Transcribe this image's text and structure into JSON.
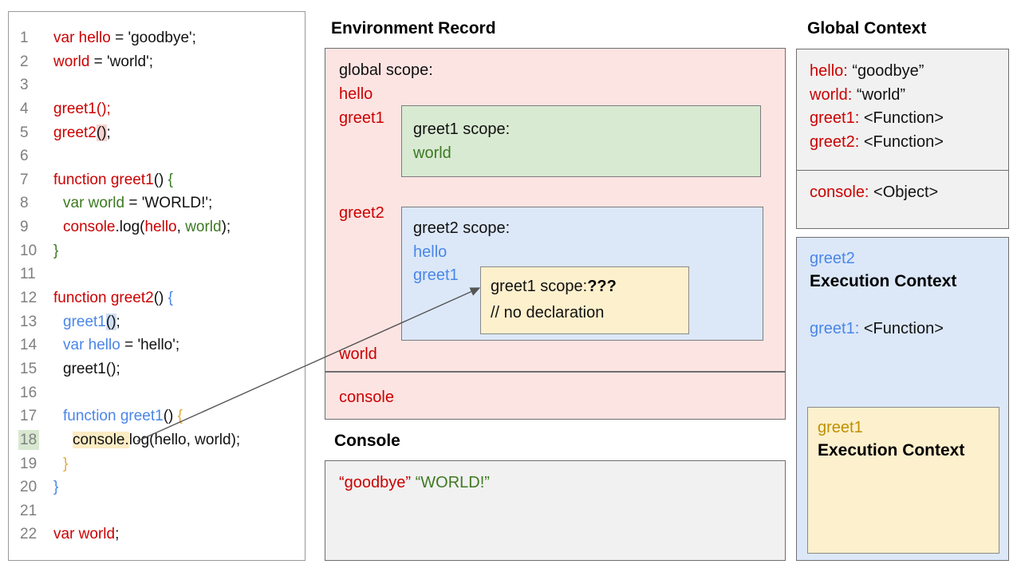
{
  "colors": {
    "red": "#cc0000",
    "green": "#3d7a22",
    "blue": "#4a86e8",
    "gold": "#e2a93c",
    "dark_gold": "#bf9000",
    "line_number_gray": "#7f7f7f",
    "pink_bg": "#fce4e2",
    "green_bg": "#d9ead3",
    "blue_bg": "#dce8f8",
    "yellow_bg": "#fdf0cd",
    "gray_bg": "#f1f1f1",
    "hl_pink": "#f6d3d0",
    "hl_blue": "#cfdff5",
    "hl_yellow": "#fcecc4",
    "hl_green": "#d8e8d0",
    "arrow": "#555555"
  },
  "code_panel": {
    "lines": [
      {
        "n": "1",
        "indent": 0,
        "segs": [
          {
            "t": "var hello",
            "c": "red"
          },
          {
            "t": " = 'goodbye';"
          }
        ]
      },
      {
        "n": "2",
        "indent": 0,
        "segs": [
          {
            "t": "world",
            "c": "red"
          },
          {
            "t": " = 'world';"
          }
        ]
      },
      {
        "n": "3",
        "indent": 0,
        "segs": []
      },
      {
        "n": "4",
        "indent": 0,
        "segs": [
          {
            "t": "greet1();",
            "c": "red"
          }
        ]
      },
      {
        "n": "5",
        "indent": 0,
        "segs": [
          {
            "t": "greet2",
            "c": "red"
          },
          {
            "t": "()",
            "hl": "pink"
          },
          {
            "t": ";"
          }
        ]
      },
      {
        "n": "6",
        "indent": 0,
        "segs": []
      },
      {
        "n": "7",
        "indent": 0,
        "segs": [
          {
            "t": "function greet1",
            "c": "red"
          },
          {
            "t": "() "
          },
          {
            "t": "{",
            "c": "green"
          }
        ]
      },
      {
        "n": "8",
        "indent": 1,
        "segs": [
          {
            "t": "var world",
            "c": "green"
          },
          {
            "t": " = 'WORLD!';"
          }
        ]
      },
      {
        "n": "9",
        "indent": 1,
        "segs": [
          {
            "t": "console",
            "c": "red"
          },
          {
            "t": ".log("
          },
          {
            "t": "hello",
            "c": "red"
          },
          {
            "t": ", "
          },
          {
            "t": "world",
            "c": "green"
          },
          {
            "t": ");"
          }
        ]
      },
      {
        "n": "10",
        "indent": 0,
        "segs": [
          {
            "t": "}",
            "c": "green"
          }
        ]
      },
      {
        "n": "11",
        "indent": 0,
        "segs": []
      },
      {
        "n": "12",
        "indent": 0,
        "segs": [
          {
            "t": "function greet2",
            "c": "red"
          },
          {
            "t": "() "
          },
          {
            "t": "{",
            "c": "blue"
          }
        ]
      },
      {
        "n": "13",
        "indent": 1,
        "segs": [
          {
            "t": "greet1",
            "c": "blue"
          },
          {
            "t": "()",
            "hl": "blue"
          },
          {
            "t": ";"
          }
        ]
      },
      {
        "n": "14",
        "indent": 1,
        "segs": [
          {
            "t": "var hello",
            "c": "blue"
          },
          {
            "t": " = 'hello';"
          }
        ]
      },
      {
        "n": "15",
        "indent": 1,
        "segs": [
          {
            "t": "greet1();"
          }
        ]
      },
      {
        "n": "16",
        "indent": 0,
        "segs": []
      },
      {
        "n": "17",
        "indent": 1,
        "segs": [
          {
            "t": "function greet1",
            "c": "blue"
          },
          {
            "t": "() "
          },
          {
            "t": "{",
            "c": "gold"
          }
        ]
      },
      {
        "n": "18",
        "indent": 2,
        "num_hl": "green",
        "segs": [
          {
            "t": "console.",
            "hl": "yellow"
          },
          {
            "t": "log(hello, world);"
          }
        ]
      },
      {
        "n": "19",
        "indent": 1,
        "segs": [
          {
            "t": "}",
            "c": "gold"
          }
        ]
      },
      {
        "n": "20",
        "indent": 0,
        "segs": [
          {
            "t": "}",
            "c": "blue"
          }
        ]
      },
      {
        "n": "21",
        "indent": 0,
        "segs": []
      },
      {
        "n": "22",
        "indent": 0,
        "segs": [
          {
            "t": "var world",
            "c": "red"
          },
          {
            "t": ";"
          }
        ]
      }
    ]
  },
  "environment_record": {
    "title": "Environment Record",
    "global_scope_label": "global scope:",
    "global_vars": {
      "v1": "hello",
      "v2": "greet1",
      "v3": "greet2",
      "v4": "world"
    },
    "greet1_scope": {
      "label": "greet1 scope:",
      "var1": "world"
    },
    "greet2_scope": {
      "label": "greet2 scope:",
      "var1": "hello",
      "var2": "greet1"
    },
    "unknown_scope": {
      "label": "greet1 scope:",
      "marker": "???",
      "comment": "// no declaration"
    },
    "console_var": "console"
  },
  "console_panel": {
    "title": "Console",
    "outputs": [
      {
        "t": "“goodbye”",
        "c": "red"
      },
      {
        "t": "“WORLD!”",
        "c": "green"
      }
    ]
  },
  "global_context": {
    "title": "Global Context",
    "entries": [
      {
        "k": "hello:",
        "v": " “goodbye”"
      },
      {
        "k": "world:",
        "v": " “world”"
      },
      {
        "k": "greet1:",
        "v": " <Function>"
      },
      {
        "k": "greet2:",
        "v": " <Function>"
      }
    ],
    "console_entry": {
      "k": "console:",
      "v": " <Object>"
    }
  },
  "greet2_execution_context": {
    "name": "greet2",
    "label": "Execution Context",
    "entries": [
      {
        "k": "greet1:",
        "v": " <Function>"
      }
    ]
  },
  "greet1_execution_context": {
    "name": "greet1",
    "label": "Execution Context"
  }
}
